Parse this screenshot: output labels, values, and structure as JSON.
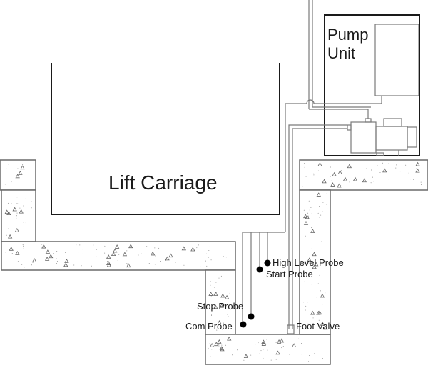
{
  "diagram": {
    "title": "Lift pit pump installation",
    "labels": {
      "lift_carriage": "Lift Carriage",
      "pump_unit_line1": "Pump",
      "pump_unit_line2": "Unit",
      "high_level_probe": "High Level Probe",
      "start_probe": "Start Probe",
      "stop_probe": "Stop Probe",
      "com_probe": "Com Probe",
      "foot_valve": "Foot Valve"
    },
    "components": [
      "lift-carriage",
      "pump-unit",
      "control-panel",
      "pump-motor",
      "probes",
      "foot-valve",
      "concrete-pit"
    ],
    "colors": {
      "line_dark": "#1a1a1a",
      "line_light": "#7a7a7a",
      "probe_fill": "#000000",
      "background": "#ffffff"
    }
  }
}
